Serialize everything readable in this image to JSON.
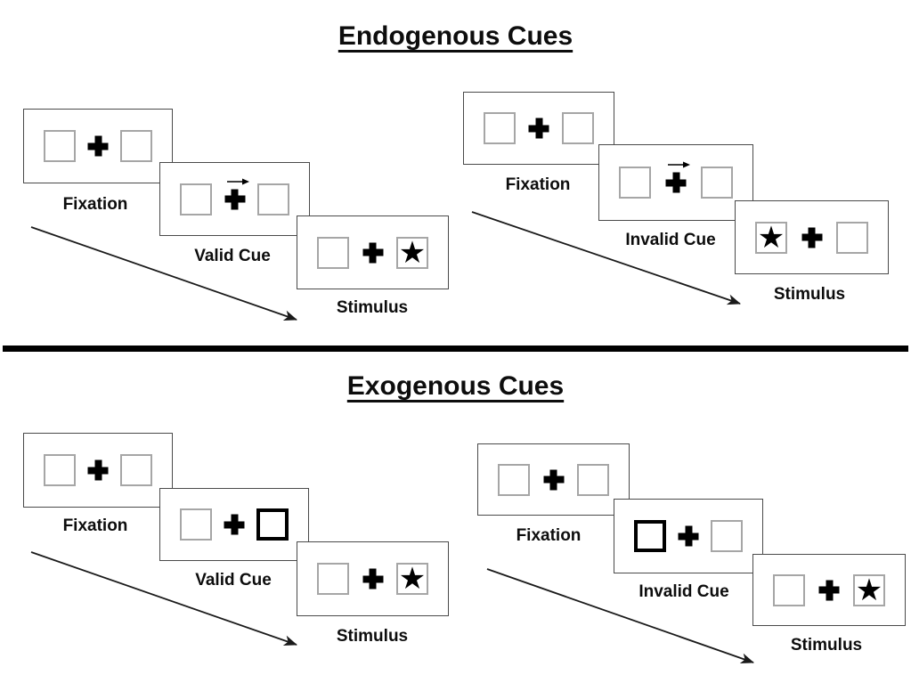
{
  "sections": [
    {
      "title": "Endogenous Cues",
      "groups": [
        {
          "name": "endogenous-valid",
          "panels": [
            {
              "label": "Fixation",
              "left_box": "empty",
              "right_box": "empty"
            },
            {
              "label": "Valid Cue",
              "left_box": "empty",
              "right_box": "empty",
              "cue": "central-arrow-pointing-right"
            },
            {
              "label": "Stimulus",
              "left_box": "empty",
              "right_box": "star"
            }
          ]
        },
        {
          "name": "endogenous-invalid",
          "panels": [
            {
              "label": "Fixation",
              "left_box": "empty",
              "right_box": "empty"
            },
            {
              "label": "Invalid Cue",
              "left_box": "empty",
              "right_box": "empty",
              "cue": "central-arrow-pointing-right"
            },
            {
              "label": "Stimulus",
              "left_box": "star",
              "right_box": "empty"
            }
          ]
        }
      ]
    },
    {
      "title": "Exogenous Cues",
      "groups": [
        {
          "name": "exogenous-valid",
          "panels": [
            {
              "label": "Fixation",
              "left_box": "empty",
              "right_box": "empty"
            },
            {
              "label": "Valid Cue",
              "left_box": "empty",
              "right_box": "bold-outline-cue"
            },
            {
              "label": "Stimulus",
              "left_box": "empty",
              "right_box": "star"
            }
          ]
        },
        {
          "name": "exogenous-invalid",
          "panels": [
            {
              "label": "Fixation",
              "left_box": "empty",
              "right_box": "empty"
            },
            {
              "label": "Invalid Cue",
              "left_box": "bold-outline-cue",
              "right_box": "empty"
            },
            {
              "label": "Stimulus",
              "left_box": "empty",
              "right_box": "star"
            }
          ]
        }
      ]
    }
  ],
  "glyphs": {
    "star": "★",
    "fixation_cross": "+",
    "cue_arrow": "→"
  },
  "colors": {
    "background": "#ffffff",
    "ink": "#000000",
    "panel_border": "#4a4a4a",
    "square_border": "#a6a6a6",
    "bold_cue_border": "#000000"
  }
}
